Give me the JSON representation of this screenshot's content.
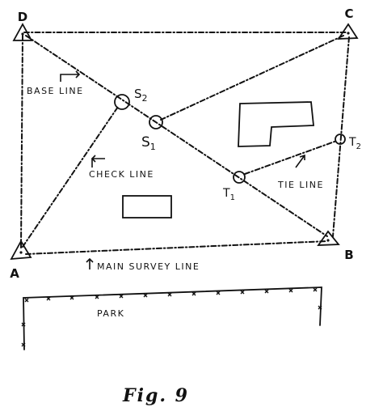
{
  "stations": {
    "a": "A",
    "b": "B",
    "c": "C",
    "d": "D",
    "s1": "S",
    "s1_sub": "1",
    "s2": "S",
    "s2_sub": "2",
    "t1": "T",
    "t1_sub": "1",
    "t2": "T",
    "t2_sub": "2"
  },
  "labels": {
    "base_line": "BASE LINE",
    "check_line": "CHECK LINE",
    "tie_line": "TIE LINE",
    "main_survey_line": "MAIN SURVEY LINE",
    "park": "PARK"
  },
  "caption": "Fig. 9"
}
